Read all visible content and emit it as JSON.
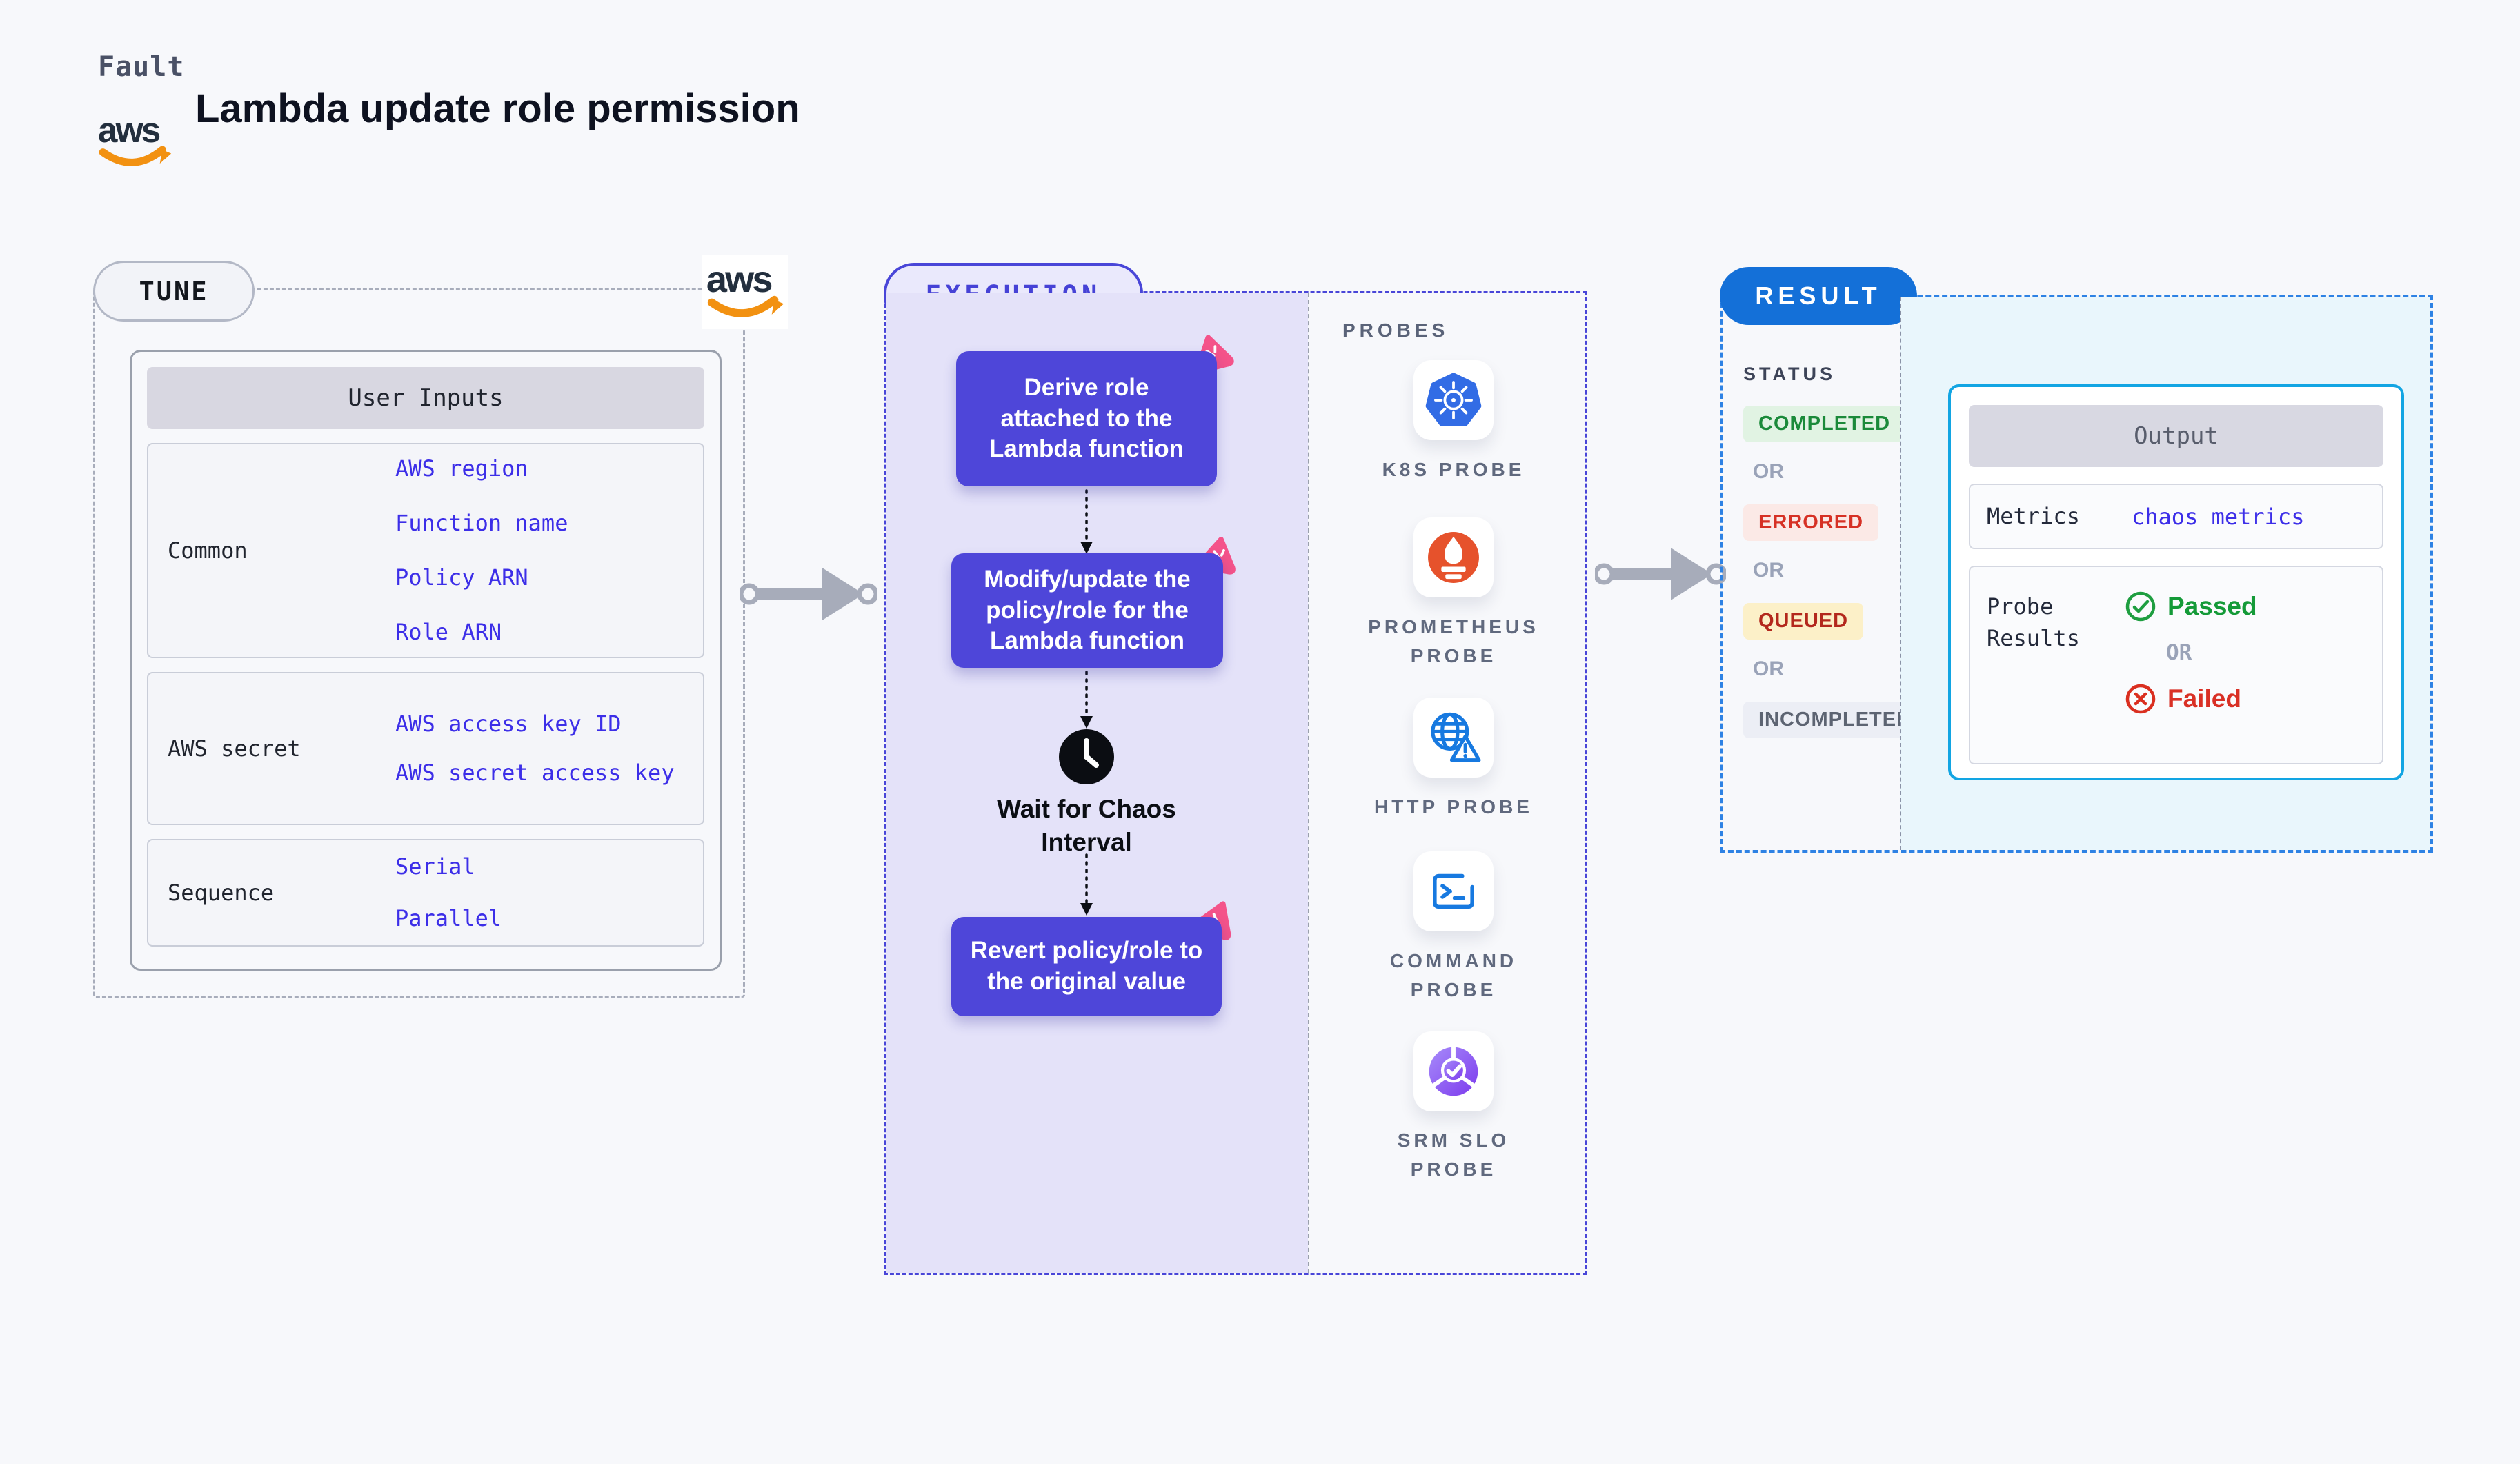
{
  "header": {
    "kicker": "Fault",
    "title": "Lambda update role permission",
    "aws_logo_text": "aws"
  },
  "tune": {
    "badge": "TUNE",
    "table_header": "User Inputs",
    "rows": [
      {
        "label": "Common",
        "links": [
          "AWS region",
          "Function name",
          "Policy ARN",
          "Role ARN"
        ]
      },
      {
        "label": "AWS secret",
        "links": [
          "AWS access key ID",
          "AWS secret access key"
        ]
      },
      {
        "label": "Sequence",
        "links": [
          "Serial",
          "Parallel"
        ]
      }
    ]
  },
  "execution": {
    "badge": "EXECUTION",
    "steps": [
      "Derive role attached to the Lambda function",
      "Modify/update the policy/role for the Lambda function",
      "Revert policy/role to the original value"
    ],
    "wait_label": "Wait for Chaos Interval"
  },
  "probes": {
    "header": "PROBES",
    "items": [
      {
        "icon": "kubernetes-icon",
        "label": "K8S PROBE"
      },
      {
        "icon": "prometheus-icon",
        "label": "PROMETHEUS PROBE"
      },
      {
        "icon": "http-globe-warning-icon",
        "label": "HTTP PROBE"
      },
      {
        "icon": "terminal-icon",
        "label": "COMMAND PROBE"
      },
      {
        "icon": "slo-pie-check-icon",
        "label": "SRM SLO PROBE"
      }
    ]
  },
  "result": {
    "badge": "RESULT",
    "status_header": "STATUS",
    "or_label": "OR",
    "statuses": [
      {
        "label": "COMPLETED",
        "text_color": "#1b8a3a",
        "bg_color": "#e1f3e3"
      },
      {
        "label": "ERRORED",
        "text_color": "#d63125",
        "bg_color": "#fbe9e6"
      },
      {
        "label": "QUEUED",
        "text_color": "#b3281d",
        "bg_color": "#fcf0c8"
      },
      {
        "label": "INCOMPLETED",
        "text_color": "#5d6472",
        "bg_color": "#eceef5"
      }
    ],
    "output": {
      "header": "Output",
      "metrics_label": "Metrics",
      "metrics_value": "chaos metrics",
      "probe_results_label": "Probe Results",
      "passed_label": "Passed",
      "or_label": "OR",
      "failed_label": "Failed"
    }
  },
  "colors": {
    "page_bg": "#f7f8fb",
    "link_blue": "#3c2ee8",
    "step_indigo": "#4e46d9",
    "execution_border": "#4946d8",
    "execution_panel_bg": "#e4e2f9",
    "result_border": "#2e82e4",
    "result_badge_bg": "#1470d8",
    "result_pane_bg": "#e9f6fc",
    "output_border": "#12a5e3",
    "arrow_gray": "#a7acba",
    "aws_orange": "#f29111",
    "chaos_pink": "#f4538a",
    "kubernetes_blue": "#326ce5",
    "prometheus_orange": "#e6522c",
    "probe_icon_blue": "#1779e0",
    "passed_green": "#149a38",
    "failed_red": "#d93025"
  }
}
